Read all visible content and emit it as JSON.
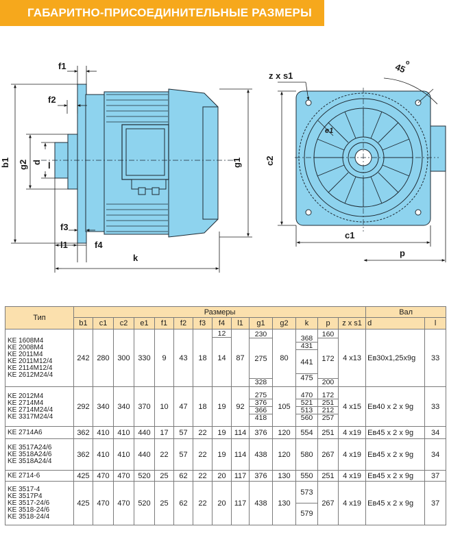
{
  "title": "ГАБАРИТНО-ПРИСОЕДИНИТЕЛЬНЫЕ РАЗМЕРЫ",
  "drawing": {
    "side_labels": {
      "f1": "f1",
      "f2": "f2",
      "b1": "b1",
      "g2": "g2",
      "d": "d",
      "l": "l",
      "g1": "g1",
      "f3": "f3",
      "l1": "l1",
      "f4": "f4",
      "k": "k"
    },
    "front_labels": {
      "zxs1": "z x s1",
      "angle": "45",
      "c2": "c2",
      "e1": "e1",
      "c1": "c1",
      "p": "p"
    },
    "colors": {
      "motor": "#8ed3ee",
      "outline": "#1e2a33",
      "dim": "#1a1a1a"
    }
  },
  "table": {
    "header": {
      "type": "Тип",
      "sizes": "Размеры",
      "shaft": "Вал",
      "cols": [
        "b1",
        "c1",
        "c2",
        "e1",
        "f1",
        "f2",
        "f3",
        "f4",
        "l1",
        "g1",
        "g2",
        "k",
        "p",
        "z x s1"
      ],
      "shaft_cols": [
        "d",
        "l"
      ]
    },
    "groups": [
      {
        "types": [
          "KE 1608M4",
          "KE 2008M4",
          "KE 2011M4",
          "KE 2011M12/4",
          "KE 2114M12/4",
          "KE 2612M24/4"
        ],
        "b1": "242",
        "c1": "280",
        "c2": "300",
        "e1": "330",
        "f1": "9",
        "f2": "43",
        "f3": "18",
        "f4": "14",
        "l1": "87",
        "f4_top": "12",
        "g1_top": "230",
        "g1": "275",
        "g1_bottom": "328",
        "g2": "80",
        "k_top": "368",
        "k_2": "431",
        "k_3": "441",
        "k_4": "475",
        "p_top": "160",
        "p": "172",
        "p_bottom": "200",
        "zs": "4 x13",
        "d": "Ев30х1,25х9g",
        "l": "33"
      },
      {
        "types": [
          "KE 2012M4",
          "KE 2714M4",
          "KE 2714M24/4",
          "KE 3317M24/4"
        ],
        "b1": "292",
        "c1": "340",
        "c2": "340",
        "e1": "370",
        "f1": "10",
        "f2": "47",
        "f3": "18",
        "f4": "19",
        "l1": "92",
        "g1_list": [
          "275",
          "376",
          "366",
          "418"
        ],
        "g2": "105",
        "k_list": [
          "470",
          "521",
          "513",
          "560"
        ],
        "p_list": [
          "172",
          "251",
          "212",
          "257"
        ],
        "zs": "4 x15",
        "d": "Ев40 x 2 x 9g",
        "l": "33"
      },
      {
        "types": [
          "KE 2714A6"
        ],
        "b1": "362",
        "c1": "410",
        "c2": "410",
        "e1": "440",
        "f1": "17",
        "f2": "57",
        "f3": "22",
        "f4": "19",
        "l1": "114",
        "g1": "376",
        "g2": "120",
        "k": "554",
        "p": "251",
        "zs": "4 x19",
        "d": "Ев45 x 2 x 9g",
        "l": "34"
      },
      {
        "types": [
          "KE 3517A24/6",
          "KE 3518A24/6",
          "KE 3518A24/4"
        ],
        "b1": "362",
        "c1": "410",
        "c2": "410",
        "e1": "440",
        "f1": "22",
        "f2": "57",
        "f3": "22",
        "f4": "19",
        "l1": "114",
        "g1": "438",
        "g2": "120",
        "k": "580",
        "p": "267",
        "zs": "4 x19",
        "d": "Ев45 x 2 x 9g",
        "l": "34"
      },
      {
        "types": [
          "KE 2714-6"
        ],
        "b1": "425",
        "c1": "470",
        "c2": "470",
        "e1": "520",
        "f1": "25",
        "f2": "62",
        "f3": "22",
        "f4": "20",
        "l1": "117",
        "g1": "376",
        "g2": "130",
        "k": "550",
        "p": "251",
        "zs": "4 x19",
        "d": "Ев45 x 2 x 9g",
        "l": "37"
      },
      {
        "types": [
          "KE 3517-4",
          "KE 3517P4",
          "KE 3517-24/6",
          "KE 3518-24/6",
          "KE 3518-24/4"
        ],
        "b1": "425",
        "c1": "470",
        "c2": "470",
        "e1": "520",
        "f1": "25",
        "f2": "62",
        "f3": "22",
        "f4": "20",
        "l1": "117",
        "g1": "438",
        "g2": "130",
        "k_top": "573",
        "k_bottom": "579",
        "p": "267",
        "zs": "4 x19",
        "d": "Ев45 x 2 x 9g",
        "l": "37"
      }
    ]
  }
}
